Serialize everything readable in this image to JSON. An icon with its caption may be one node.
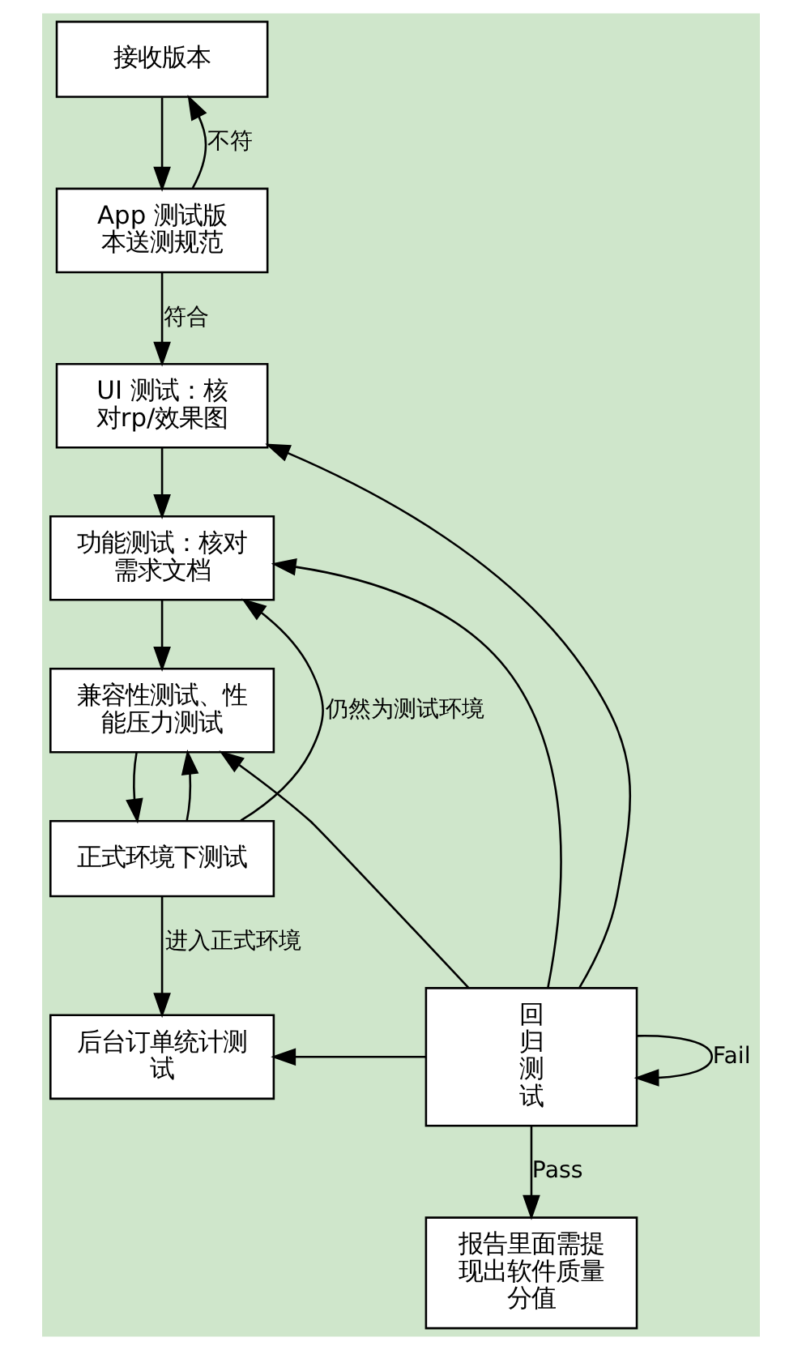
{
  "diagram": {
    "nodes": [
      {
        "text": [
          "接收版本"
        ]
      },
      {
        "text": [
          "App 测试版本送测规范"
        ]
      },
      {
        "text": [
          "UI 测试：核对rp/效果图"
        ]
      },
      {
        "text": [
          "功能测试：核对需求文档"
        ]
      },
      {
        "text": [
          "兼容性测试、性能压力测试"
        ]
      },
      {
        "text": [
          "正式环境下测试"
        ]
      },
      {
        "text": [
          "后台订单统计测试"
        ]
      },
      {
        "text": [
          "回归测试"
        ]
      },
      {
        "text": [
          "报告里面需提现出软件质量分值"
        ]
      }
    ],
    "edges": [
      {
        "from": 0,
        "to": 1,
        "arrow": "to"
      },
      {
        "from": 1,
        "to": 0,
        "arrow": "to",
        "label": "不符"
      },
      {
        "from": 1,
        "to": 2,
        "arrow": "to",
        "label": "符合"
      },
      {
        "from": 2,
        "to": 3,
        "arrow": "to"
      },
      {
        "from": 3,
        "to": 4,
        "arrow": "to"
      },
      {
        "from": 4,
        "to": 5,
        "arrow": "to"
      },
      {
        "from": 5,
        "to": 4,
        "arrow": "to"
      },
      {
        "from": 5,
        "to": 3,
        "arrow": "to",
        "label": "仍然为测试环境"
      },
      {
        "from": 5,
        "to": 6,
        "arrow": "to",
        "label": "进入正式环境"
      },
      {
        "from": 7,
        "to": 2,
        "arrow": "to"
      },
      {
        "from": 7,
        "to": 3,
        "arrow": "to"
      },
      {
        "from": 7,
        "to": 4,
        "arrow": "to"
      },
      {
        "from": 7,
        "to": 6,
        "arrow": "to"
      },
      {
        "from": 7,
        "to": 7,
        "arrow": "to",
        "label": "Fail"
      },
      {
        "from": 7,
        "to": 8,
        "arrow": "to",
        "label": "Pass"
      }
    ]
  }
}
